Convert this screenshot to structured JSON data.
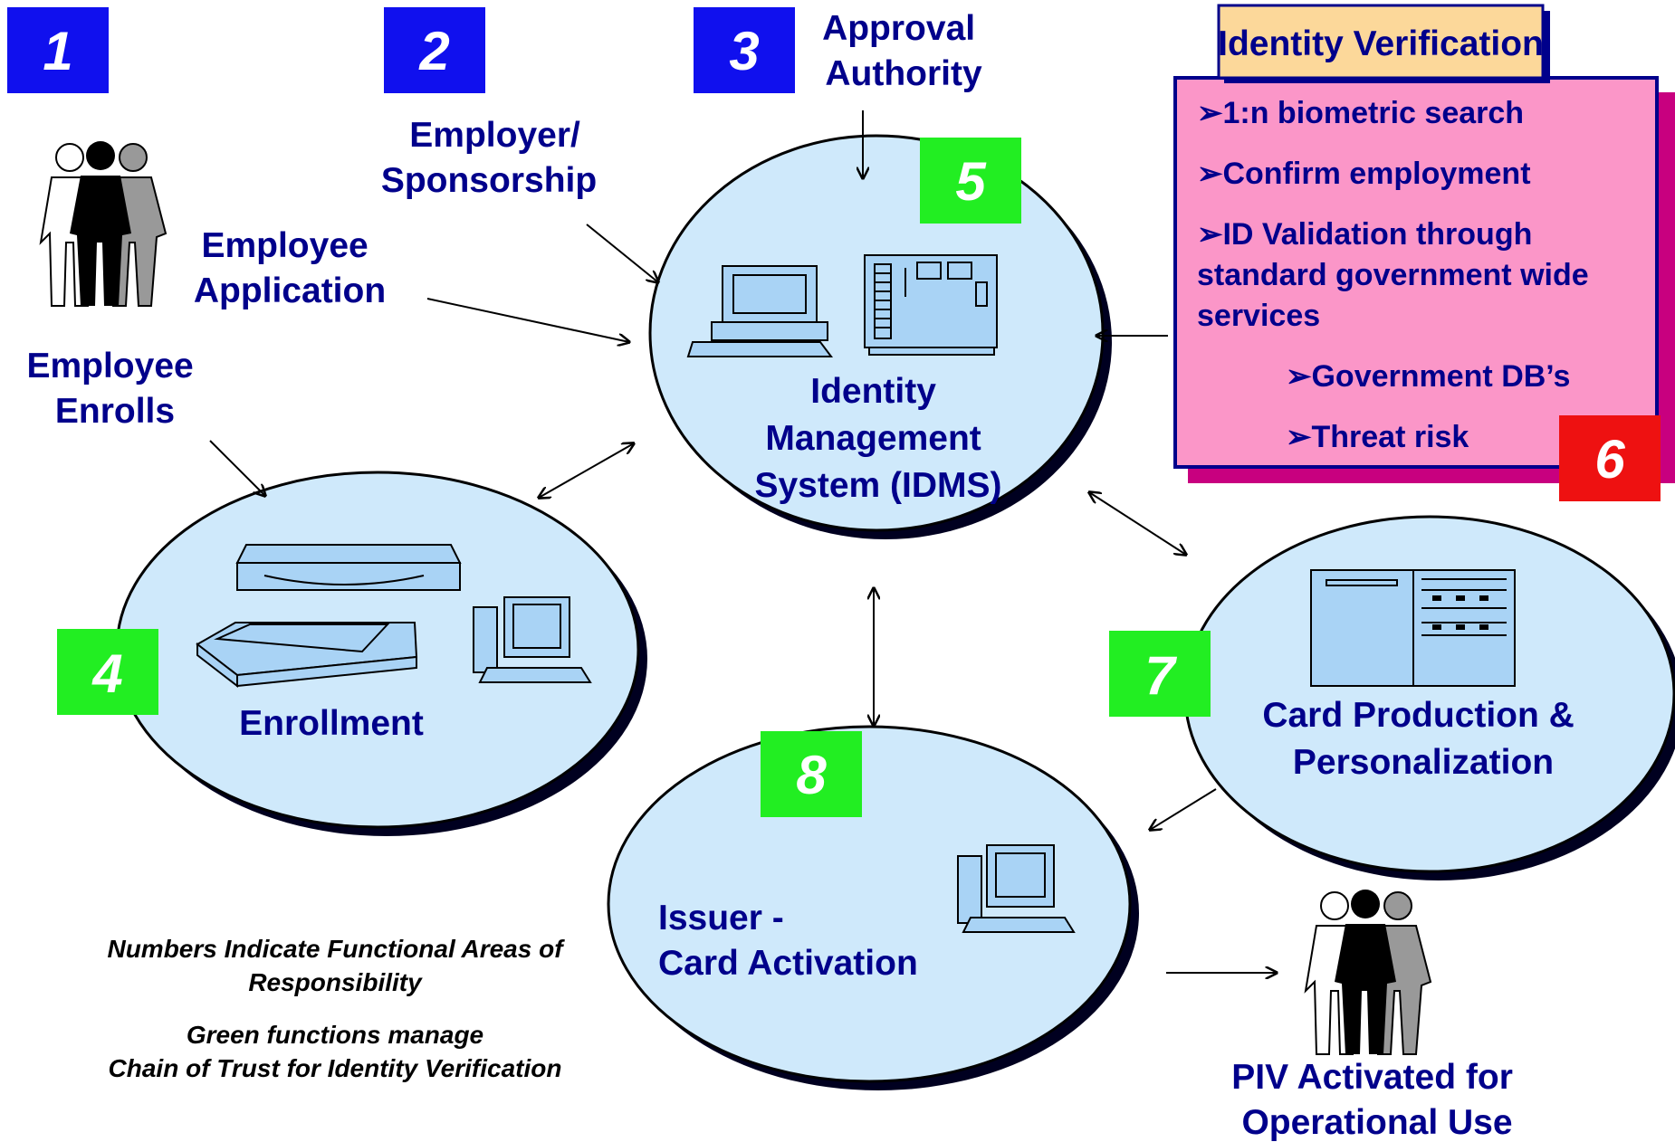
{
  "step_numbers": {
    "n1": "1",
    "n2": "2",
    "n3": "3",
    "n4": "4",
    "n5": "5",
    "n6": "6",
    "n7": "7",
    "n8": "8"
  },
  "labels": {
    "employee_application": [
      "Employee",
      "Application"
    ],
    "employee_enrolls": [
      "Employee",
      "Enrolls"
    ],
    "employer_sponsorship": [
      "Employer/",
      "Sponsorship"
    ],
    "approval_authority": [
      "Approval",
      "Authority"
    ],
    "idms": [
      "Identity",
      "Management",
      "System (IDMS)"
    ],
    "enrollment": "Enrollment",
    "card_production": [
      "Card Production &",
      "Personalization"
    ],
    "issuer": [
      "Issuer -",
      "Card Activation"
    ],
    "piv_activated": [
      "PIV Activated for",
      "Operational Use"
    ]
  },
  "identity_verification": {
    "title": "Identity Verification",
    "items": [
      "➢1:n biometric search",
      "➢Confirm employment",
      "➢ID Validation through",
      "standard government wide",
      "services",
      "➢Government DB’s",
      "➢Threat risk"
    ]
  },
  "notes": {
    "line1": "Numbers Indicate Functional Areas of",
    "line2": "Responsibility",
    "line3": "Green functions manage",
    "line4": "Chain of Trust for Identity Verification"
  },
  "colors": {
    "blue_box": "#1010ee",
    "green_box": "#22ee22",
    "red_box": "#ee1111",
    "pink_panel": "#fb96c8",
    "panel_shadow": "#c8007f",
    "title_box": "#fcd89a",
    "label_text": "#00008b",
    "ellipse_fill": "#cfe9fb"
  }
}
